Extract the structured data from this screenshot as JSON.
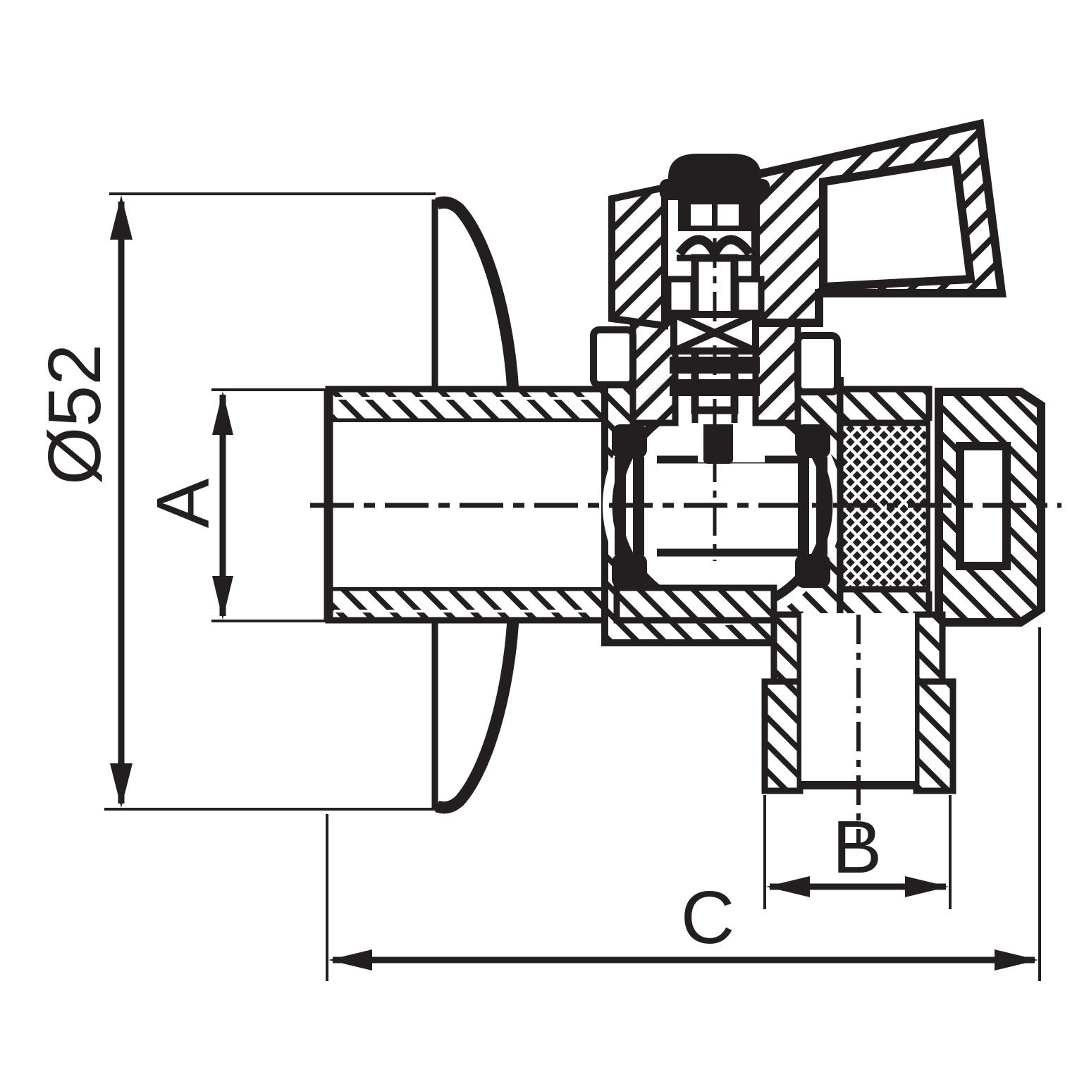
{
  "drawing": {
    "ink_color": "#231f20",
    "background_color": "#ffffff",
    "dimension_labels": {
      "diameter": "Ø52",
      "a": "A",
      "b": "B",
      "c": "C"
    }
  }
}
